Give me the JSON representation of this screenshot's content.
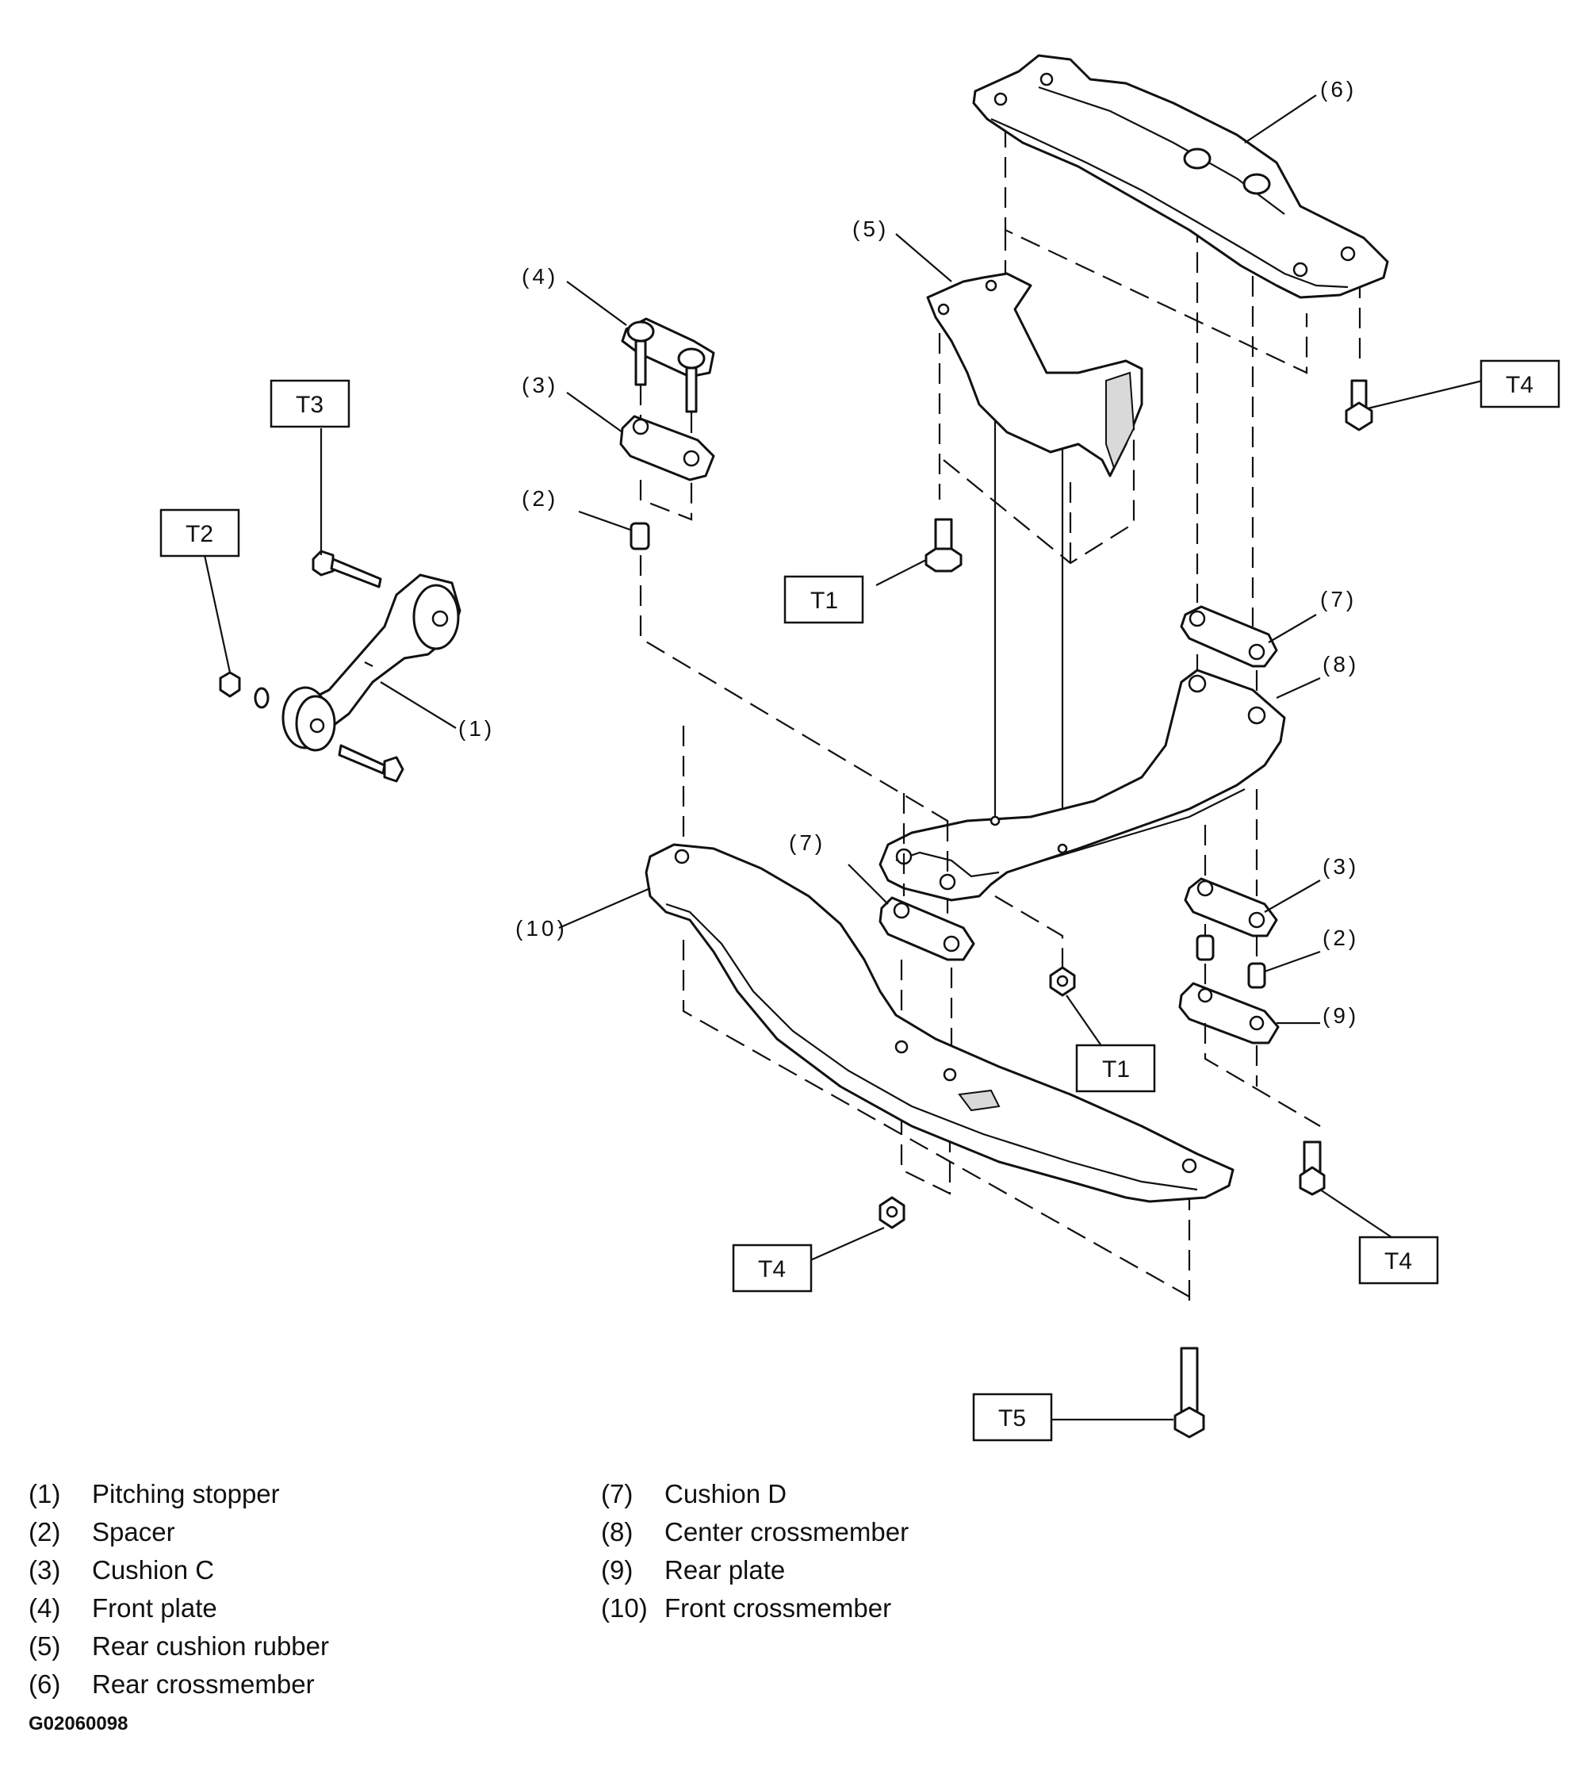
{
  "callouts": {
    "c1": "(1)",
    "c2a": "(2)",
    "c2b": "(2)",
    "c3a": "(3)",
    "c3b": "(3)",
    "c4": "(4)",
    "c5": "(5)",
    "c6": "(6)",
    "c7a": "(7)",
    "c7b": "(7)",
    "c8": "(8)",
    "c9": "(9)",
    "c10": "(10)"
  },
  "torque_labels": {
    "t1a": "T1",
    "t1b": "T1",
    "t2": "T2",
    "t3": "T3",
    "t4a": "T4",
    "t4b": "T4",
    "t4c": "T4",
    "t5": "T5"
  },
  "legend": {
    "left": [
      {
        "num": "(1)",
        "label": "Pitching stopper"
      },
      {
        "num": "(2)",
        "label": "Spacer"
      },
      {
        "num": "(3)",
        "label": "Cushion C"
      },
      {
        "num": "(4)",
        "label": "Front plate"
      },
      {
        "num": "(5)",
        "label": "Rear cushion rubber"
      },
      {
        "num": "(6)",
        "label": "Rear crossmember"
      }
    ],
    "right": [
      {
        "num": "(7)",
        "label": "Cushion D"
      },
      {
        "num": "(8)",
        "label": "Center crossmember"
      },
      {
        "num": "(9)",
        "label": "Rear plate"
      },
      {
        "num": "(10)",
        "label": "Front crossmember"
      }
    ]
  },
  "figure_code": "G02060098"
}
